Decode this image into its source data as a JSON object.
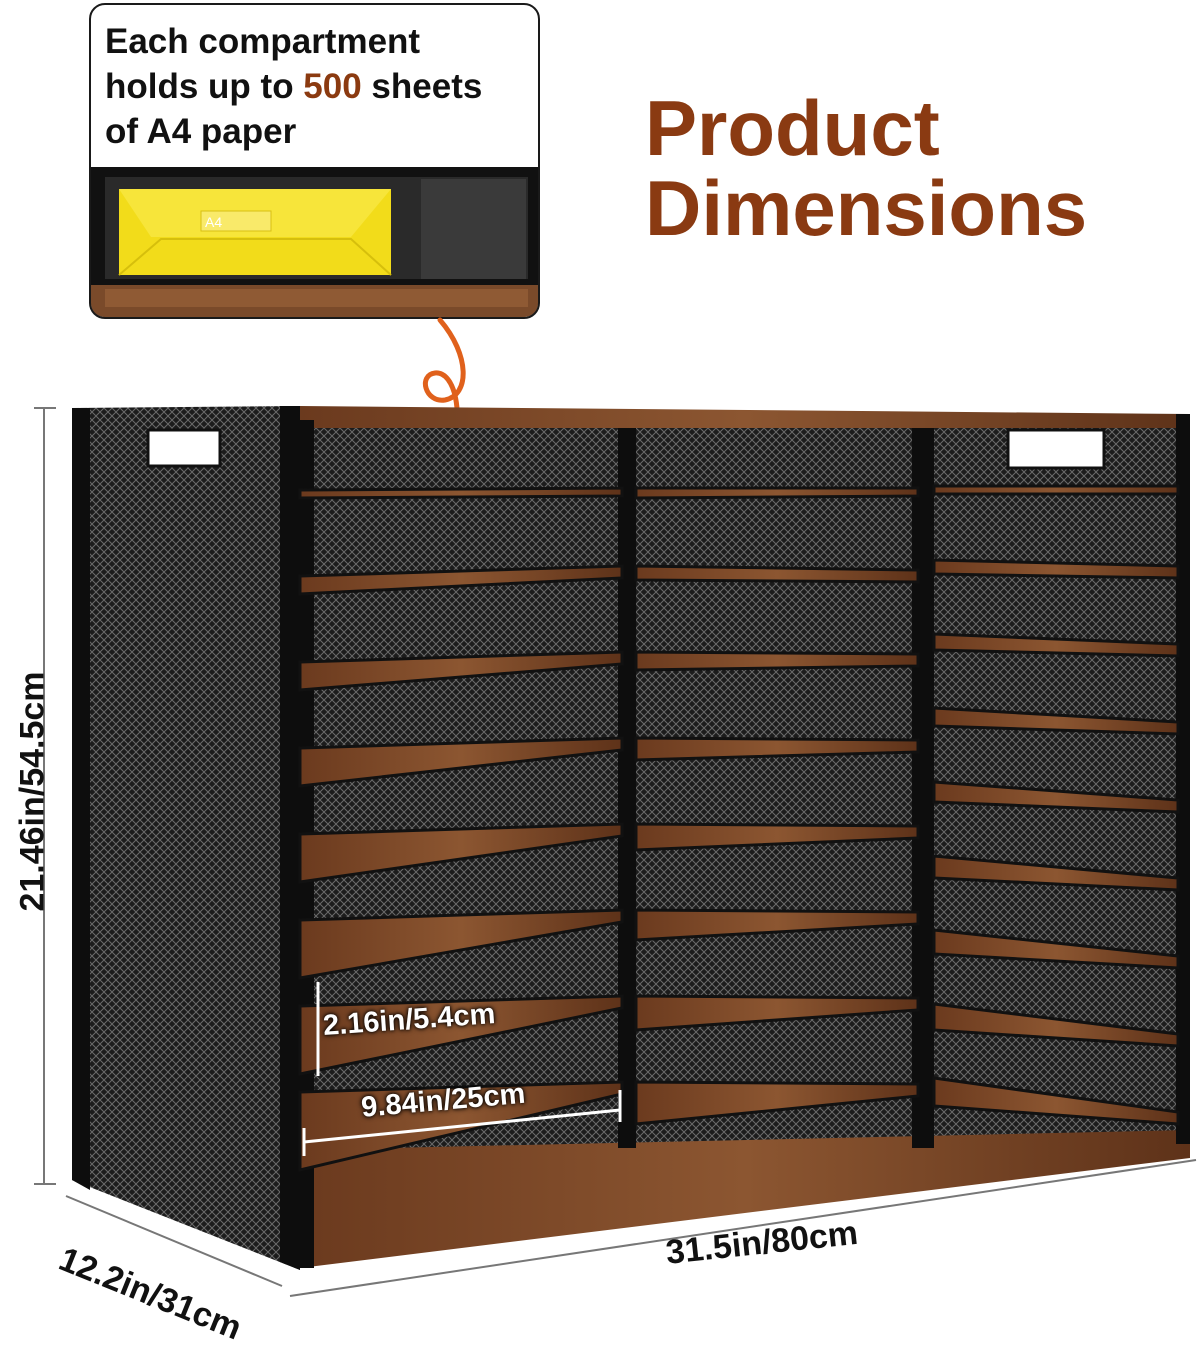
{
  "callout": {
    "line1": "Each compartment",
    "line2_pre": "holds up to ",
    "line2_num": "500",
    "line2_post": " sheets",
    "line3": "of A4 paper",
    "highlight_color": "#8b3a10"
  },
  "title": {
    "line1": "Product",
    "line2": "Dimensions",
    "color": "#8a3a12"
  },
  "dimensions": {
    "height": "21.46in/54.5cm",
    "depth": "12.2in/31cm",
    "width": "31.5in/80cm",
    "shelf_gap": "2.16in/5.4cm",
    "shelf_width": "9.84in/25cm"
  },
  "paper_label": "A4"
}
